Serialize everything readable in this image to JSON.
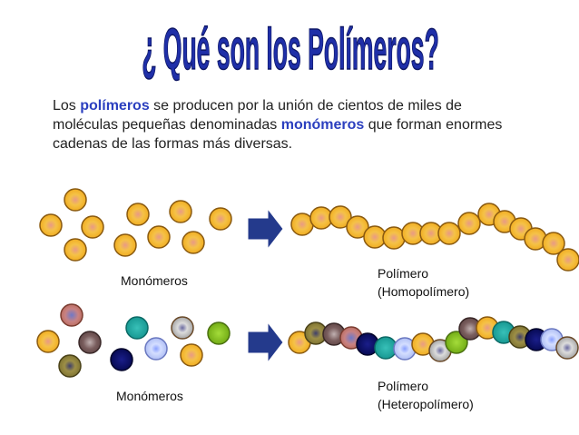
{
  "title": "¿ Qué son los Polímeros?",
  "intro": {
    "part1": "Los ",
    "kw1": "polímeros",
    "part2": " se producen por la unión de cientos de miles de moléculas pequeñas denominadas ",
    "kw2": "monómeros",
    "part3": " que forman enormes cadenas de las formas más diversas."
  },
  "row1": {
    "monomers_label": "Monómeros",
    "polymer_label_1": "Polímero",
    "polymer_label_2": "(Homopolímero)"
  },
  "row2": {
    "monomers_label": "Monómeros",
    "polymer_label_1": "Polímero",
    "polymer_label_2": "(Heteropolímero)"
  },
  "colors": {
    "title_fill": "#1f2fa8",
    "keyword": "#2b3fbf",
    "arrow": "#243a8c",
    "orange": "#f3b21f",
    "mauve": "#c98282",
    "brown": "#7a5e5e",
    "olive": "#8a7f3f",
    "teal": "#1aa6a0",
    "navy": "#0b0f6a",
    "light_blue": "#b9c8ff",
    "gray": "#b8b8b8",
    "green": "#84c41a"
  }
}
